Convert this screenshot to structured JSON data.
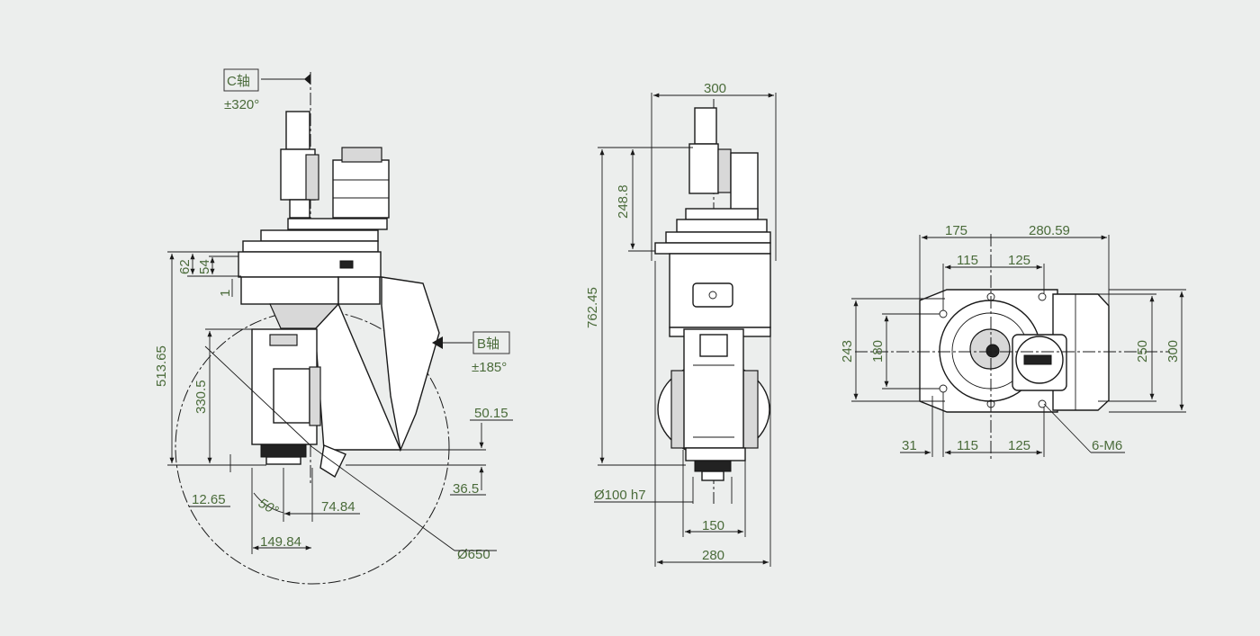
{
  "side_view": {
    "c_axis_label": "C轴",
    "c_axis_range": "±320°",
    "b_axis_label": "B轴",
    "b_axis_range": "±185°",
    "dim_62": "62",
    "dim_54": "54",
    "dim_1": "1",
    "dim_513": "513.65",
    "dim_330": "330.5",
    "dim_50_15": "50.15",
    "dim_36_5": "36.5",
    "dim_12_65": "12.65",
    "dim_angle": "50°",
    "dim_74_84": "74.84",
    "dim_149_84": "149.84",
    "dim_dia650": "Ø650"
  },
  "front_view": {
    "dim_300": "300",
    "dim_248_8": "248.8",
    "dim_762_45": "762.45",
    "dim_dia100": "Ø100 h7",
    "dim_150": "150",
    "dim_280": "280"
  },
  "top_view": {
    "dim_175": "175",
    "dim_280_59": "280.59",
    "dim_115_top": "115",
    "dim_125_top": "125",
    "dim_243": "243",
    "dim_180": "180",
    "dim_250": "250",
    "dim_300": "300",
    "dim_31": "31",
    "dim_115_bot": "115",
    "dim_125_bot": "125",
    "dim_6m6": "6-M6"
  }
}
